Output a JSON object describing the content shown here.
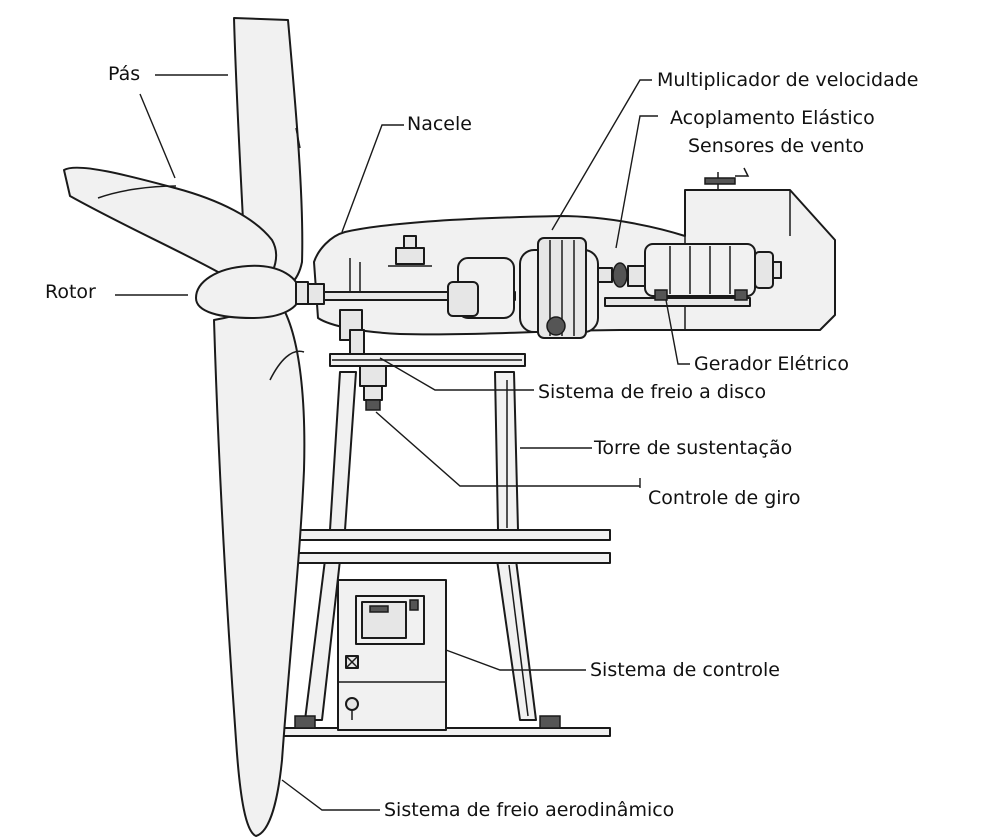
{
  "labels": {
    "pas": "Pás",
    "rotor": "Rotor",
    "nacele": "Nacele",
    "multiplicador": "Multiplicador de velocidade",
    "acoplamento": "Acoplamento Elástico",
    "sensores": "Sensores de vento",
    "gerador": "Gerador Elétrico",
    "freio_disco": "Sistema de freio a disco",
    "torre": "Torre de sustentação",
    "controle_giro": "Controle de giro",
    "sistema_controle": "Sistema de controle",
    "freio_aero": "Sistema de freio aerodinâmico"
  }
}
